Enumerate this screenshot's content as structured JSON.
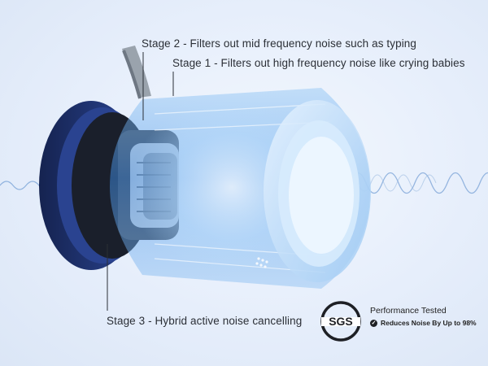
{
  "annotations": {
    "stage2": "Stage 2 - Filters out mid frequency noise such as typing",
    "stage1": "Stage 1 - Filters out high frequency noise like crying babies",
    "stage3": "Stage 3 - Hybrid active noise cancelling"
  },
  "certification": {
    "logo_text": "SGS",
    "title": "Performance Tested",
    "claim": "Reduces Noise By Up to 98%",
    "check_icon": "check-circle-icon"
  },
  "colors": {
    "background": "#e6eefb",
    "earbud_glow": "#5aa9f2",
    "ear_cup_dark": "#1f3275",
    "sound_wave": "#7fa6d8"
  }
}
